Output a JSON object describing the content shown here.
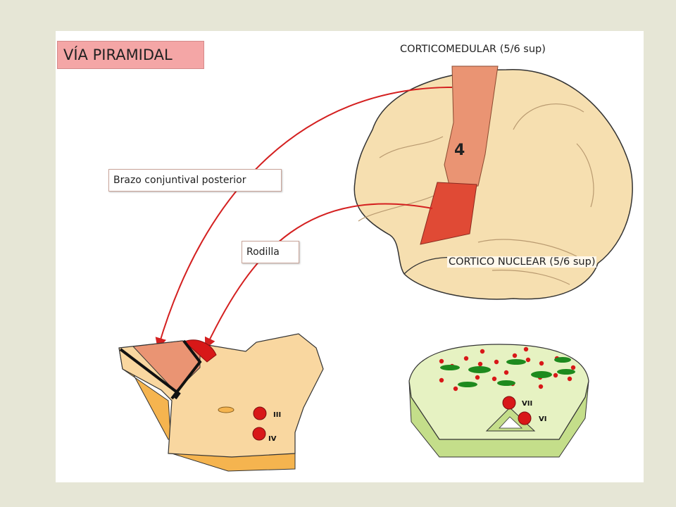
{
  "title": "VÍA PIRAMIDAL",
  "labels": {
    "corticomedular": "CORTICOMEDULAR (5/6 sup)",
    "cortico_nuclear": "CORTICO NUCLEAR (5/6 sup)",
    "brazo": "Brazo conjuntival posterior",
    "rodilla": "Rodilla",
    "area": "4"
  },
  "nuclei": {
    "midbrain": [
      "III",
      "IV"
    ],
    "pons": [
      "VII",
      "VI"
    ]
  },
  "colors": {
    "background": "#e6e6d6",
    "brain": "#f6dfb0",
    "cortex_strip_upper": "#ea9473",
    "cortex_strip_lower": "#e04a35",
    "tract_arrow": "#d42020",
    "midbrain_fill": "#f9d7a0",
    "pons_fill": "#e6f2c2",
    "nucleus_red": "#d81818",
    "nucleus_green": "#1e8a1e"
  }
}
